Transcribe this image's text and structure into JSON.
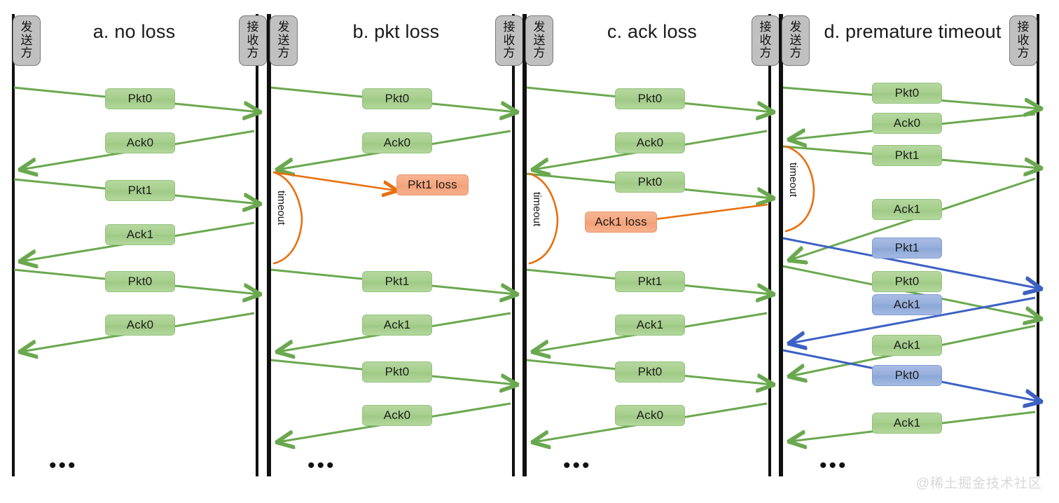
{
  "figure": {
    "watermark": "@稀土掘金技术社区",
    "ellipsis": "•••",
    "colors": {
      "green": "#6aa84f",
      "blue": "#3c61c4",
      "orange": "#e8700f",
      "lifeline": "#101010",
      "endbox_fill": "#c0c0c0"
    },
    "sender_label": {
      "c1": "发",
      "c2": "送",
      "c3": "方"
    },
    "receiver_label": {
      "c1": "接",
      "c2": "收",
      "c3": "方"
    },
    "timeout_label": "timeout"
  },
  "panels": [
    {
      "id": "a",
      "title": "a. no loss",
      "sender": "发送方",
      "receiver": "接收方",
      "messages": [
        {
          "label": "Pkt0",
          "color": "green",
          "dir": "right"
        },
        {
          "label": "Ack0",
          "color": "green",
          "dir": "left"
        },
        {
          "label": "Pkt1",
          "color": "green",
          "dir": "right"
        },
        {
          "label": "Ack1",
          "color": "green",
          "dir": "left"
        },
        {
          "label": "Pkt0",
          "color": "green",
          "dir": "right"
        },
        {
          "label": "Ack0",
          "color": "green",
          "dir": "left"
        }
      ],
      "timeout": false
    },
    {
      "id": "b",
      "title": "b. pkt loss",
      "sender": "发送方",
      "receiver": "接收方",
      "messages": [
        {
          "label": "Pkt0",
          "color": "green",
          "dir": "right"
        },
        {
          "label": "Ack0",
          "color": "green",
          "dir": "left"
        },
        {
          "label": "Pkt1 loss",
          "color": "orange",
          "dir": "right"
        },
        {
          "label": "Pkt1",
          "color": "green",
          "dir": "right"
        },
        {
          "label": "Ack1",
          "color": "green",
          "dir": "left"
        },
        {
          "label": "Pkt0",
          "color": "green",
          "dir": "right"
        },
        {
          "label": "Ack0",
          "color": "green",
          "dir": "left"
        }
      ],
      "timeout": true
    },
    {
      "id": "c",
      "title": "c. ack loss",
      "sender": "发送方",
      "receiver": "接收方",
      "messages": [
        {
          "label": "Pkt0",
          "color": "green",
          "dir": "right"
        },
        {
          "label": "Ack0",
          "color": "green",
          "dir": "left"
        },
        {
          "label": "Pkt0",
          "color": "green",
          "dir": "right"
        },
        {
          "label": "Ack1 loss",
          "color": "orange",
          "dir": "left"
        },
        {
          "label": "Pkt1",
          "color": "green",
          "dir": "right"
        },
        {
          "label": "Ack1",
          "color": "green",
          "dir": "left"
        },
        {
          "label": "Pkt0",
          "color": "green",
          "dir": "right"
        },
        {
          "label": "Ack0",
          "color": "green",
          "dir": "left"
        }
      ],
      "timeout": true
    },
    {
      "id": "d",
      "title": "d. premature timeout",
      "sender": "发送方",
      "receiver": "接收方",
      "messages": [
        {
          "label": "Pkt0",
          "color": "green",
          "dir": "right"
        },
        {
          "label": "Ack0",
          "color": "green",
          "dir": "left"
        },
        {
          "label": "Pkt1",
          "color": "green",
          "dir": "right"
        },
        {
          "label": "Ack1",
          "color": "green",
          "dir": "left"
        },
        {
          "label": "Pkt1",
          "color": "blue",
          "dir": "right"
        },
        {
          "label": "Pkt0",
          "color": "green",
          "dir": "right"
        },
        {
          "label": "Ack1",
          "color": "blue",
          "dir": "left"
        },
        {
          "label": "Ack1",
          "color": "green",
          "dir": "left"
        },
        {
          "label": "Pkt0",
          "color": "blue",
          "dir": "right"
        },
        {
          "label": "Ack1",
          "color": "green",
          "dir": "left"
        }
      ],
      "timeout": true
    }
  ],
  "labels": {
    "a": {
      "m0": "Pkt0",
      "m1": "Ack0",
      "m2": "Pkt1",
      "m3": "Ack1",
      "m4": "Pkt0",
      "m5": "Ack0"
    },
    "b": {
      "m0": "Pkt0",
      "m1": "Ack0",
      "m2": "Pkt1 loss",
      "m3": "Pkt1",
      "m4": "Ack1",
      "m5": "Pkt0",
      "m6": "Ack0",
      "timeout": "timeout"
    },
    "c": {
      "m0": "Pkt0",
      "m1": "Ack0",
      "m2": "Pkt0",
      "m3": "Ack1 loss",
      "m4": "Pkt1",
      "m5": "Ack1",
      "m6": "Pkt0",
      "m7": "Ack0",
      "timeout": "timeout"
    },
    "d": {
      "m0": "Pkt0",
      "m1": "Ack0",
      "m2": "Pkt1",
      "m3": "Ack1",
      "m4": "Pkt1",
      "m5": "Pkt0",
      "m6": "Ack1",
      "m7": "Ack1",
      "m8": "Pkt0",
      "m9": "Ack1",
      "timeout": "timeout"
    }
  }
}
